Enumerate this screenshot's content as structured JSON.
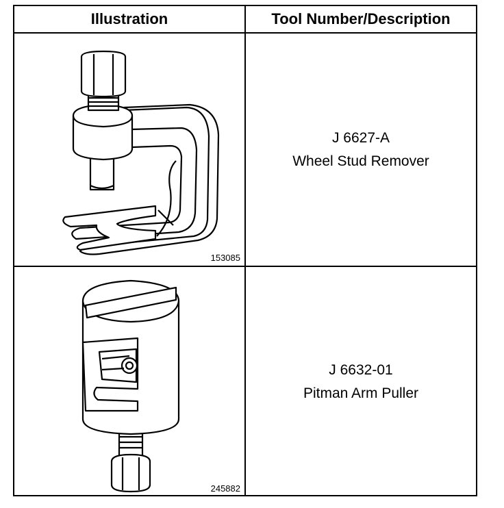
{
  "table": {
    "headers": {
      "illustration": "Illustration",
      "tool": "Tool Number/Description"
    },
    "rows": [
      {
        "figure_number": "153085",
        "tool_number": "J 6627-A",
        "description": "Wheel Stud Remover",
        "figure_icon": "wheel-stud-remover-icon"
      },
      {
        "figure_number": "245882",
        "tool_number": "J 6632-01",
        "description": "Pitman Arm Puller",
        "figure_icon": "pitman-arm-puller-icon"
      }
    ]
  }
}
